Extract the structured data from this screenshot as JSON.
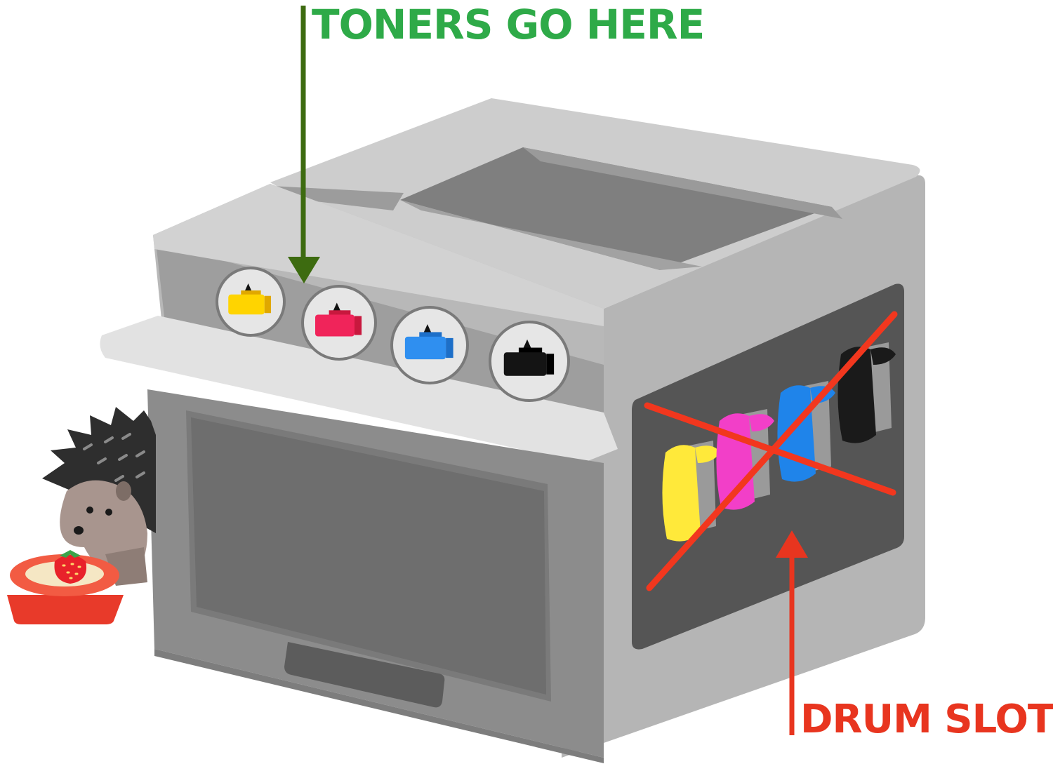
{
  "labels": {
    "toners": "TONERS GO HERE",
    "drum": "DRUM SLOT"
  },
  "colors": {
    "toners_label": "#2eaa48",
    "toners_arrow": "#3d6b10",
    "drum_label": "#e8351f",
    "drum_arrow": "#e8351f",
    "cross": "#f2371e",
    "printer_light": "#d6d6d6",
    "printer_mid": "#a9a9a9",
    "printer_dark": "#7c7c7c",
    "panel": "#555555",
    "cyan": "#2f8ff0",
    "magenta": "#f0245a",
    "yellow": "#ffd400",
    "black": "#141414"
  },
  "toner_slots": [
    {
      "name": "yellow",
      "color": "#ffd400",
      "shade": "#e0a800"
    },
    {
      "name": "magenta",
      "color": "#f0245a",
      "shade": "#c8183e"
    },
    {
      "name": "cyan",
      "color": "#2f8ff0",
      "shade": "#1d6fc8"
    },
    {
      "name": "black",
      "color": "#141414",
      "shade": "#000000"
    }
  ],
  "drum_units": [
    {
      "name": "yellow",
      "color": "#ffe93a"
    },
    {
      "name": "magenta",
      "color": "#f23fc8"
    },
    {
      "name": "cyan",
      "color": "#1f84ea"
    },
    {
      "name": "black",
      "color": "#1a1a1a"
    }
  ]
}
